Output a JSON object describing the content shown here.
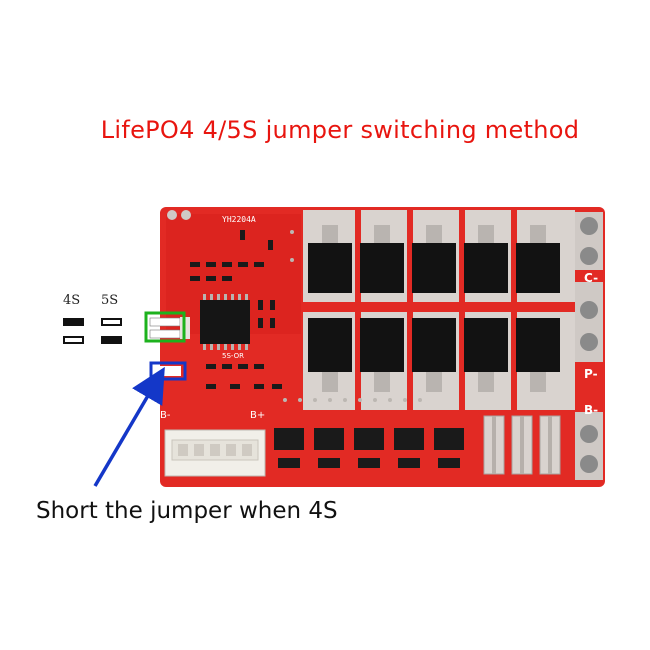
{
  "title": "LifePO4 4/5S jumper switching method",
  "caption": "Short the jumper when 4S",
  "legend": {
    "col_4s": "4S",
    "col_5s": "5S",
    "rows": [
      {
        "4s": "filled",
        "5s": "empty"
      },
      {
        "4s": "empty",
        "5s": "filled"
      }
    ]
  },
  "board": {
    "model_text": "YH2204A",
    "terminal_labels": [
      "C-",
      "P-",
      "B-"
    ],
    "silkscreen": {
      "b_minus": "B-",
      "b_plus": "B+",
      "jumper_tag": "5S-OR"
    },
    "colors": {
      "pcb": "#e22a24",
      "mosfet": "#121212",
      "jumper_box_green": "#1db21d",
      "jumper_box_blue": "#1437c8",
      "arrow": "#1437c8"
    }
  }
}
